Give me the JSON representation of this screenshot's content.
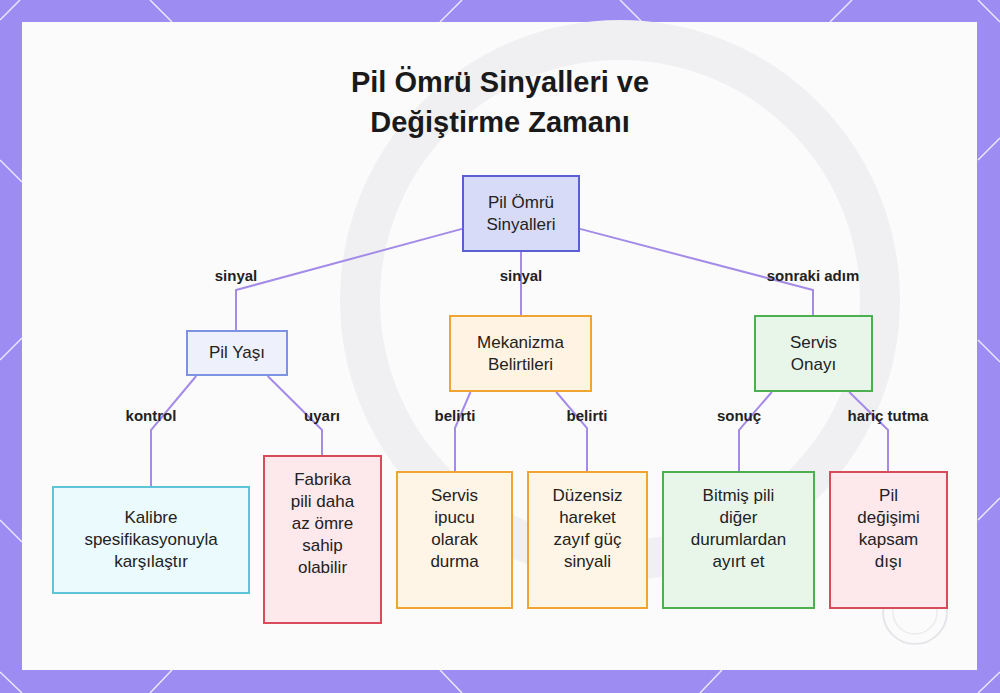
{
  "diagram": {
    "title": "Pil Ömrü Sinyalleri ve Değiştirme Zamanı",
    "nodes": [
      {
        "text": [
          "Pil Ömrü Sinyalleri"
        ]
      },
      {
        "text": [
          "Pil Yaşı"
        ]
      },
      {
        "text": [
          "Mekanizma Belirtileri"
        ]
      },
      {
        "text": [
          "Servis Onayı"
        ]
      },
      {
        "text": [
          "Kalibre spesifikasyonuyla karşılaştır"
        ]
      },
      {
        "text": [
          "Fabrika pili daha az ömre sahip olabilir"
        ]
      },
      {
        "text": [
          "Servis ipucu olarak durma"
        ]
      },
      {
        "text": [
          "Düzensiz hareket zayıf güç sinyali"
        ]
      },
      {
        "text": [
          "Bitmiş pili diğer durumlardan ayırt et"
        ]
      },
      {
        "text": [
          "Pil değişimi kapsam dışı"
        ]
      }
    ],
    "edges": [
      {
        "from": 0,
        "to": 1,
        "label": "sinyal",
        "arrow": "none"
      },
      {
        "from": 0,
        "to": 2,
        "label": "sinyal",
        "arrow": "none"
      },
      {
        "from": 0,
        "to": 3,
        "label": "sonraki adım",
        "arrow": "none"
      },
      {
        "from": 1,
        "to": 4,
        "label": "kontrol",
        "arrow": "none"
      },
      {
        "from": 1,
        "to": 5,
        "label": "uyarı",
        "arrow": "none"
      },
      {
        "from": 2,
        "to": 6,
        "label": "belirti",
        "arrow": "none"
      },
      {
        "from": 2,
        "to": 7,
        "label": "belirti",
        "arrow": "none"
      },
      {
        "from": 3,
        "to": 8,
        "label": "sonuç",
        "arrow": "none"
      },
      {
        "from": 3,
        "to": 9,
        "label": "hariç tutma",
        "arrow": "none"
      }
    ]
  }
}
